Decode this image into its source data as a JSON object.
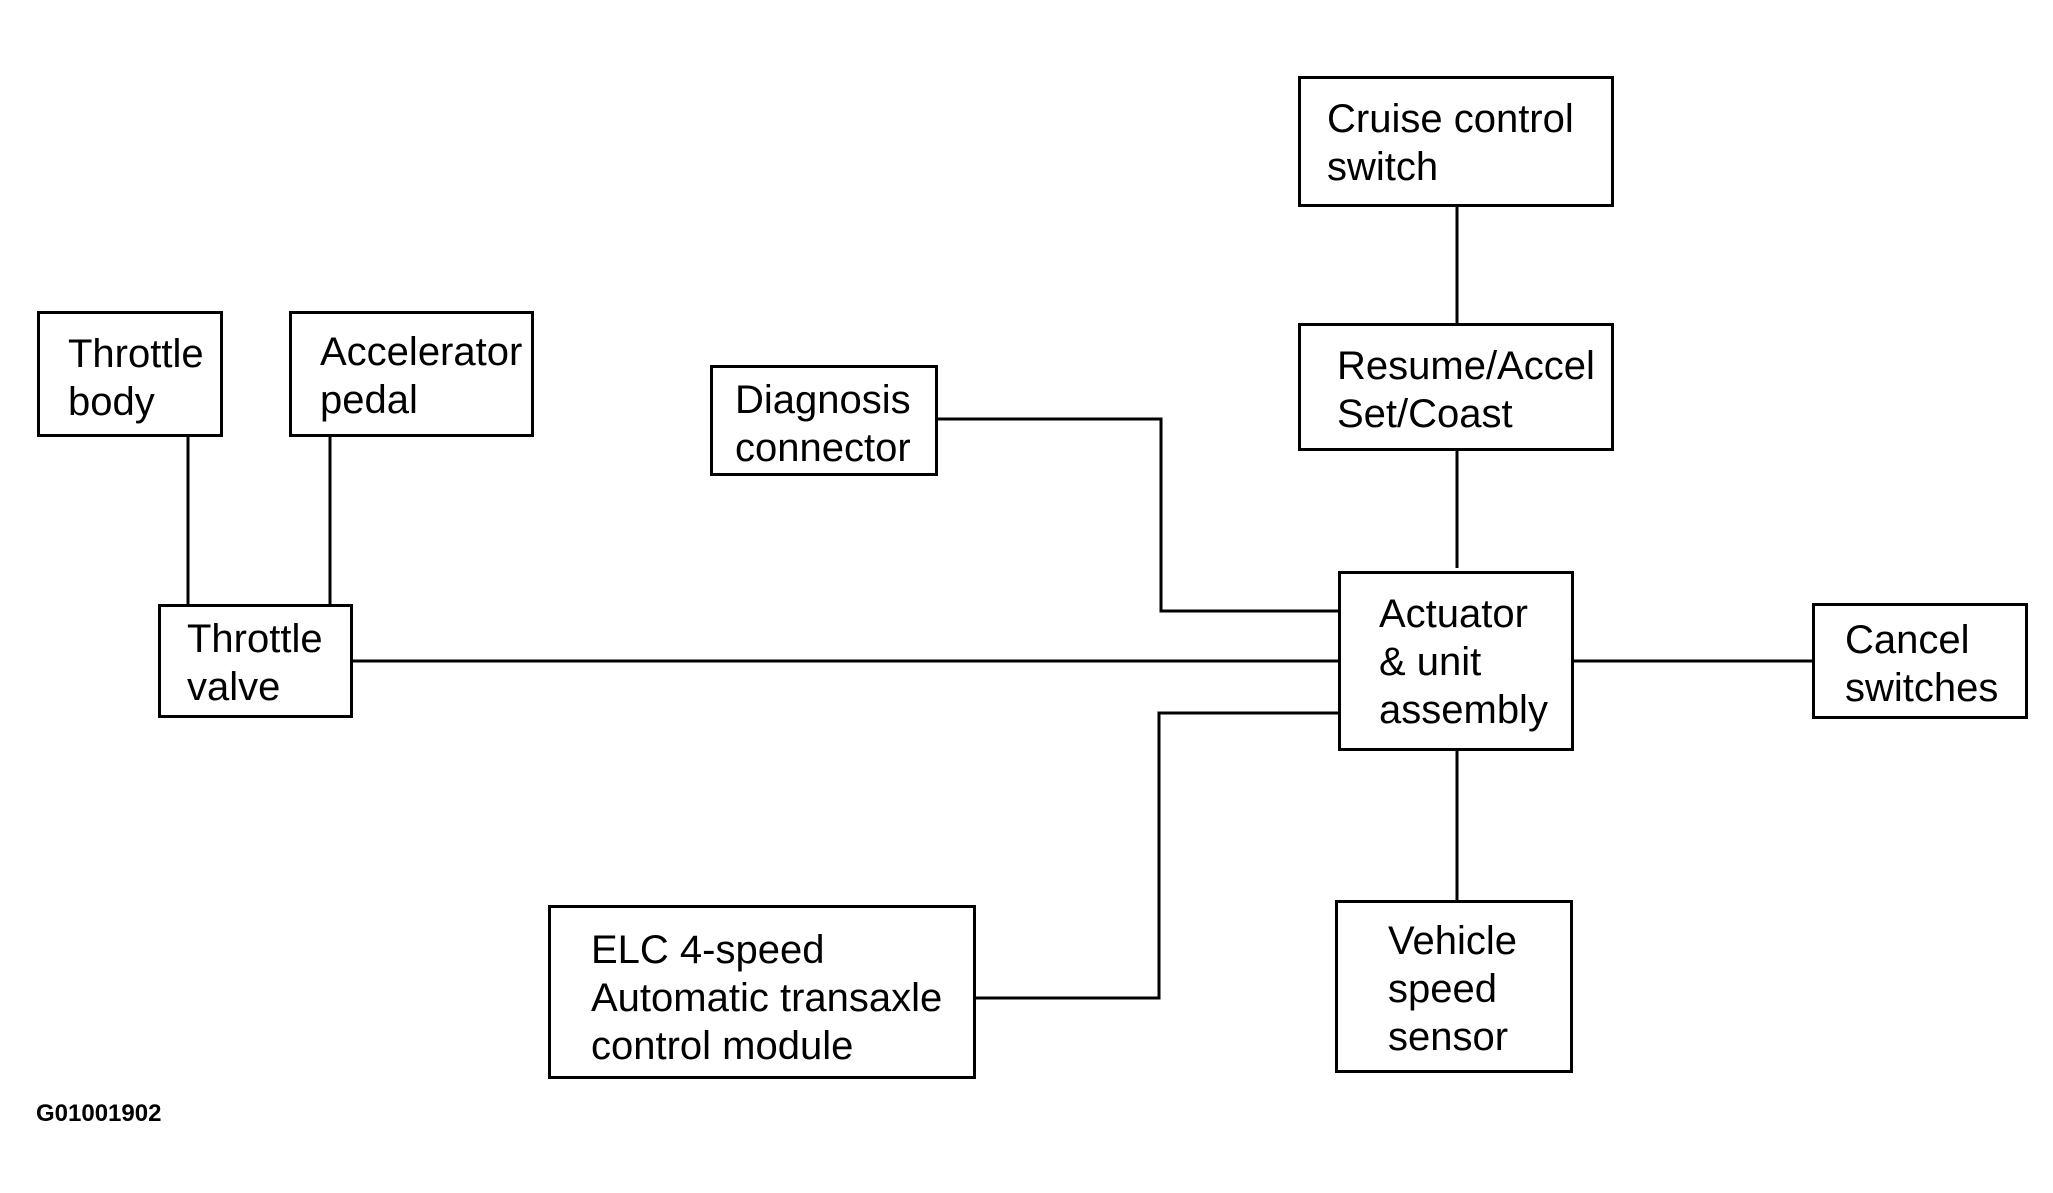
{
  "diagram": {
    "boxes": {
      "cruise_control_switch": [
        "Cruise control",
        "switch"
      ],
      "resume_accel": [
        "Resume/Accel",
        "Set/Coast"
      ],
      "throttle_body": [
        "Throttle",
        "body"
      ],
      "accelerator_pedal": [
        "Accelerator",
        "pedal"
      ],
      "diagnosis_connector": [
        "Diagnosis",
        "connector"
      ],
      "throttle_valve": [
        "Throttle",
        "valve"
      ],
      "actuator_unit": [
        "Actuator",
        "& unit",
        "assembly"
      ],
      "cancel_switches": [
        "Cancel",
        "switches"
      ],
      "elc_module": [
        "ELC 4-speed",
        "Automatic transaxle",
        "control module"
      ],
      "vehicle_speed_sensor": [
        "Vehicle",
        "speed",
        "sensor"
      ]
    },
    "figure_id": "G01001902"
  }
}
